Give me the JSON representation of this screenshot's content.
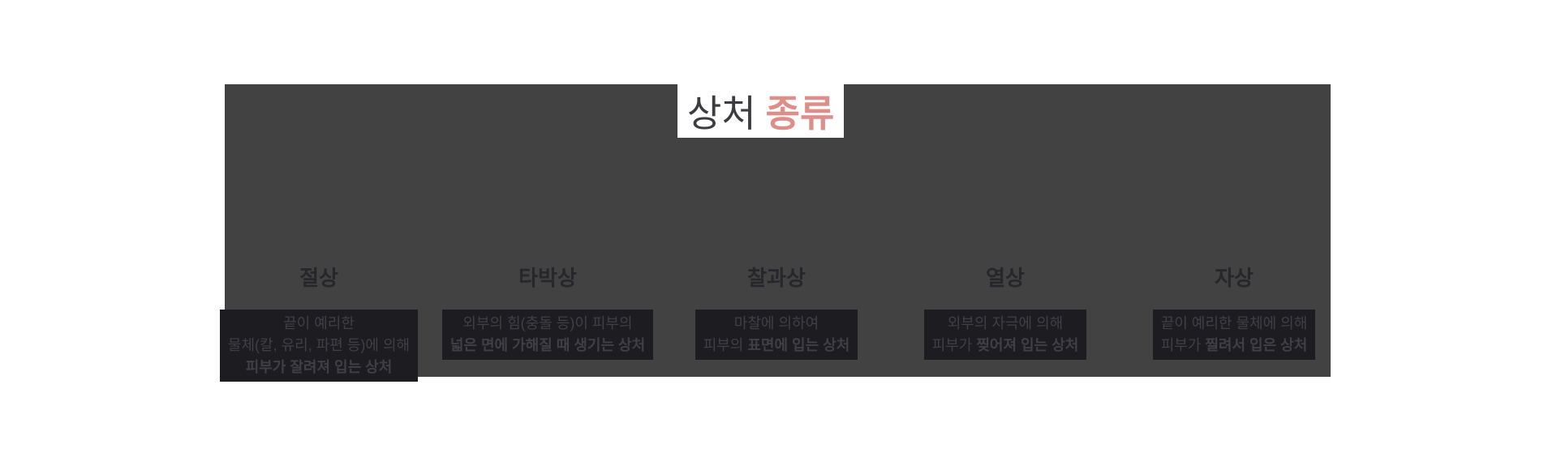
{
  "title": {
    "prefix": "상처",
    "highlight": "종류"
  },
  "colors": {
    "page_background": "#ffffff",
    "panel_background": "#424242",
    "title_box_background": "#ffffff",
    "title_prefix_color": "#3b3b40",
    "title_highlight_color": "#dd8e88",
    "heading_color": "#26262b",
    "description_box_background": "#1d1d21",
    "description_text_color": "#3f3f45"
  },
  "columns": [
    {
      "heading": "절상",
      "lines": [
        {
          "segments": [
            {
              "text": "끝이 예리한",
              "bold": false
            }
          ]
        },
        {
          "segments": [
            {
              "text": "물체(칼, 유리, 파편 등)에 의해",
              "bold": false
            }
          ]
        },
        {
          "segments": [
            {
              "text": "피부가 잘려져 입는 상처",
              "bold": true
            }
          ]
        }
      ]
    },
    {
      "heading": "타박상",
      "lines": [
        {
          "segments": [
            {
              "text": "외부의 힘(충돌 등)이 피부의",
              "bold": false
            }
          ]
        },
        {
          "segments": [
            {
              "text": "넓은 면에 가해질 때 생기는 상처",
              "bold": true
            }
          ]
        }
      ]
    },
    {
      "heading": "찰과상",
      "lines": [
        {
          "segments": [
            {
              "text": "마찰에 의하여",
              "bold": false
            }
          ]
        },
        {
          "segments": [
            {
              "text": "피부의 ",
              "bold": false
            },
            {
              "text": "표면에 입는 상처",
              "bold": true
            }
          ]
        }
      ]
    },
    {
      "heading": "열상",
      "lines": [
        {
          "segments": [
            {
              "text": "외부의 자극에 의해",
              "bold": false
            }
          ]
        },
        {
          "segments": [
            {
              "text": "피부가 ",
              "bold": false
            },
            {
              "text": "찢어져 입는 상처",
              "bold": true
            }
          ]
        }
      ]
    },
    {
      "heading": "자상",
      "lines": [
        {
          "segments": [
            {
              "text": "끝이 예리한 물체에 의해",
              "bold": false
            }
          ]
        },
        {
          "segments": [
            {
              "text": "피부가 ",
              "bold": false
            },
            {
              "text": "찔려서 입은 상처",
              "bold": true
            }
          ]
        }
      ]
    }
  ]
}
